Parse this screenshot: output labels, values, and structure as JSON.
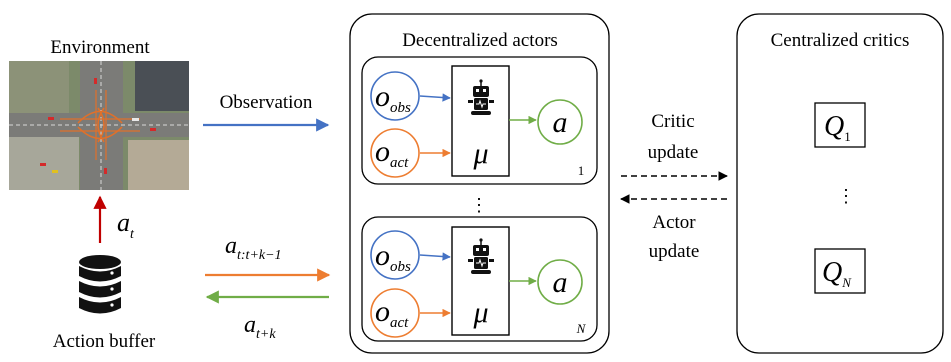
{
  "environment": {
    "title": "Environment"
  },
  "observation_label": "Observation",
  "action_buffer": {
    "title": "Action buffer",
    "output_symbol": "a",
    "output_subscript": "t",
    "incoming_symbol": "a",
    "incoming_subscript": "t:t+k−1",
    "returned_symbol": "a",
    "returned_subscript": "t+k"
  },
  "actors_panel": {
    "title": "Decentralized actors",
    "ellipsis": "⋮",
    "actors": [
      {
        "index": "1",
        "obs_symbol": "o",
        "obs_sub": "obs",
        "act_symbol": "o",
        "act_sub": "act",
        "policy_symbol": "μ",
        "output_symbol": "a"
      },
      {
        "index": "N",
        "obs_symbol": "o",
        "obs_sub": "obs",
        "act_symbol": "o",
        "act_sub": "act",
        "policy_symbol": "μ",
        "output_symbol": "a"
      }
    ]
  },
  "critic_update": {
    "line1": "Critic",
    "line2": "update"
  },
  "actor_update": {
    "line1": "Actor",
    "line2": "update"
  },
  "critics_panel": {
    "title": "Centralized critics",
    "ellipsis": "⋮",
    "critics": [
      {
        "symbol": "Q",
        "subscript": "1"
      },
      {
        "symbol": "Q",
        "subscript": "N"
      }
    ]
  },
  "colors": {
    "observation_arrow": "#4472C4",
    "action_arrow": "#ED7D31",
    "feedback_arrow": "#70AD47",
    "buffer_arrow": "#C00000",
    "obs_circle": "#4472C4",
    "act_circle": "#ED7D31",
    "output_circle": "#70AD47"
  }
}
